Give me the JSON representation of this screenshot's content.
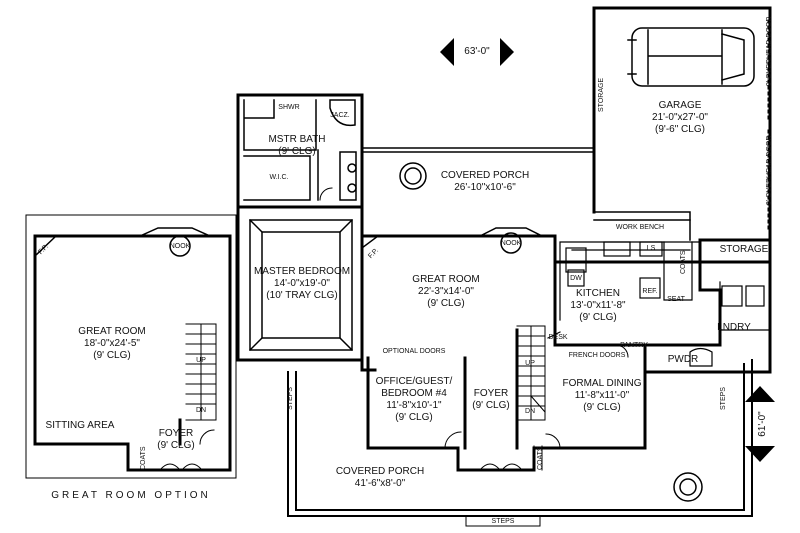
{
  "dimensions": {
    "width_top": "63'-0\"",
    "depth_right": "61'-0\""
  },
  "rooms": {
    "garage": {
      "name": "GARAGE",
      "size": "21'-0\"x27'-0\"",
      "clg": "(9'-6\" CLG)"
    },
    "mstr_bath": {
      "name": "MSTR BATH",
      "clg": "(9' CLG)"
    },
    "shwr": "SHWR",
    "jacz": "JACZ.",
    "wic": "W.I.C.",
    "covered_porch_rear": {
      "name": "COVERED PORCH",
      "size": "26'-10\"x10'-6\""
    },
    "master_bedroom": {
      "name": "MASTER BEDROOM",
      "size": "14'-0\"x19'-0\"",
      "clg": "(10' TRAY CLG)"
    },
    "great_room_main": {
      "name": "GREAT ROOM",
      "size": "22'-3\"x14'-0\"",
      "clg": "(9' CLG)"
    },
    "kitchen": {
      "name": "KITCHEN",
      "size": "13'-0\"x11'-8\"",
      "clg": "(9' CLG)"
    },
    "storage_right": "STORAGE",
    "storage_garage": "STORAGE",
    "work_bench": "WORK BENCH",
    "lndry": "LNDRY",
    "pwdr": "PWDR",
    "pantry": "PANTRY",
    "desk": "DESK",
    "dw": "DW",
    "coats_kitchen": "COATS",
    "ref": "REF.",
    "seat": "SEAT",
    "ls": "LS",
    "french_doors": "FRENCH DOORS",
    "optional_doors": "OPTIONAL DOORS",
    "office": {
      "name1": "OFFICE/GUEST/",
      "name2": "BEDROOM #4",
      "size": "11'-8\"x10'-1\"",
      "clg": "(9' CLG)"
    },
    "foyer_main": {
      "name": "FOYER",
      "clg": "(9' CLG)"
    },
    "formal_dining": {
      "name": "FORMAL DINING",
      "size": "11'-8\"x11'-0\"",
      "clg": "(9' CLG)"
    },
    "covered_porch_front": {
      "name": "COVERED PORCH",
      "size": "41'-6\"x8'-0\""
    },
    "steps": "STEPS",
    "coats_front": "COATS",
    "up": "UP",
    "dn": "DN",
    "nook": "NOOK",
    "fp": "F.P."
  },
  "overhead_doors": [
    "9' OVERHEAD DOOR",
    "9' OVERHEAD DOOR"
  ],
  "option": {
    "title": "GREAT ROOM OPTION",
    "great_room": {
      "name": "GREAT ROOM",
      "size": "18'-0\"x24'-5\"",
      "clg": "(9' CLG)"
    },
    "nook": "NOOK",
    "fp": "F.P.",
    "sitting_area": "SITTING AREA",
    "foyer": {
      "name": "FOYER",
      "clg": "(9' CLG)"
    },
    "coats": "COATS",
    "up": "UP",
    "dn": "DN"
  }
}
